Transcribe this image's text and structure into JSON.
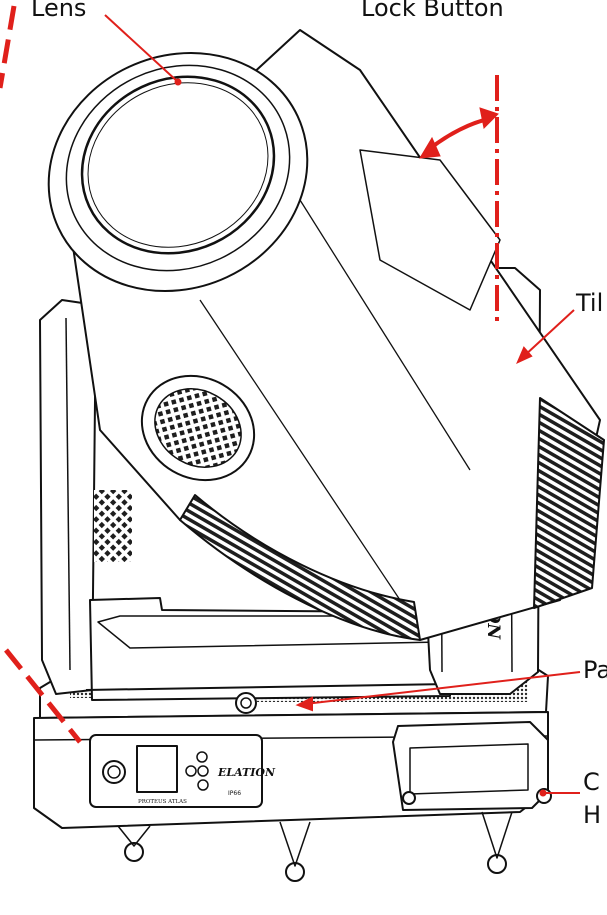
{
  "labels": {
    "lens": "Lens",
    "lock_button": "Lock Button",
    "tilt": "Til",
    "pan": "Pa",
    "carry_line1": "C",
    "carry_line2": "H"
  },
  "branding": {
    "logo_head": "ELATION",
    "logo_base": "ELATION",
    "model_text": "PROTEUS ATLAS",
    "rating": "IP66"
  },
  "colors": {
    "outline": "#111111",
    "callout_line": "#e0201b",
    "fixture_fill": "#ffffff",
    "grille": "#2a2a2a"
  }
}
